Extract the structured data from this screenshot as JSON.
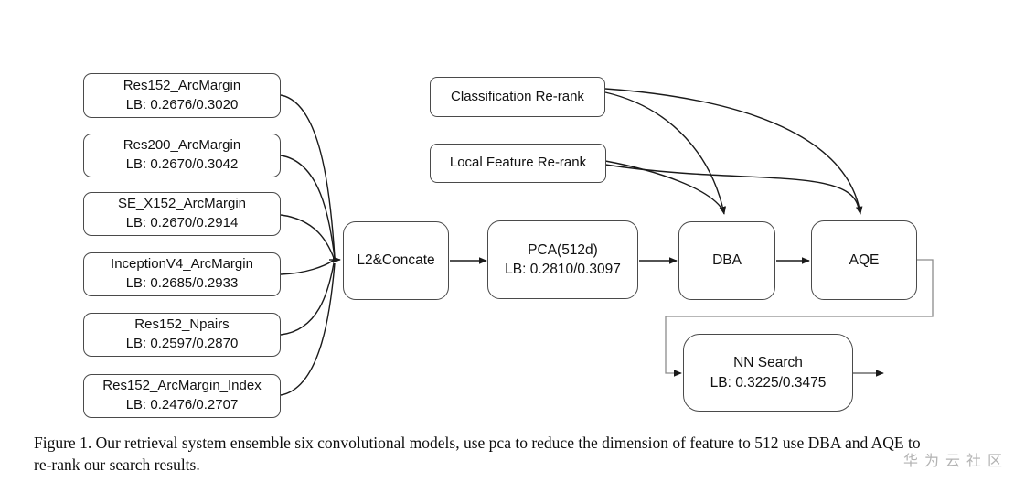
{
  "figure": {
    "models": [
      {
        "name": "Res152_ArcMargin",
        "lb": "LB: 0.2676/0.3020"
      },
      {
        "name": "Res200_ArcMargin",
        "lb": "LB: 0.2670/0.3042"
      },
      {
        "name": "SE_X152_ArcMargin",
        "lb": "LB: 0.2670/0.2914"
      },
      {
        "name": "InceptionV4_ArcMargin",
        "lb": "LB: 0.2685/0.2933"
      },
      {
        "name": "Res152_Npairs",
        "lb": "LB: 0.2597/0.2870"
      },
      {
        "name": "Res152_ArcMargin_Index",
        "lb": "LB: 0.2476/0.2707"
      }
    ],
    "rerank": [
      {
        "label": "Classification Re-rank"
      },
      {
        "label": "Local Feature Re-rank"
      }
    ],
    "pipeline": {
      "l2_concat": "L2&Concate",
      "pca_name": "PCA(512d)",
      "pca_lb": "LB: 0.2810/0.3097",
      "dba": "DBA",
      "aqe": "AQE",
      "nn_name": "NN Search",
      "nn_lb": "LB: 0.3225/0.3475"
    }
  },
  "caption": {
    "line1": "Figure 1. Our retrieval system ensemble six convolutional models, use pca to reduce the dimension of feature to 512 use DBA and AQE to",
    "line2": "re-rank our search results."
  },
  "watermark": "华为云社区",
  "colors": {
    "border": "#4a4a4a",
    "line": "#1a1a1a",
    "routing": "#8c8c8c",
    "output_arrow": "#4d4d4d",
    "watermark": "#b3b3b3"
  }
}
